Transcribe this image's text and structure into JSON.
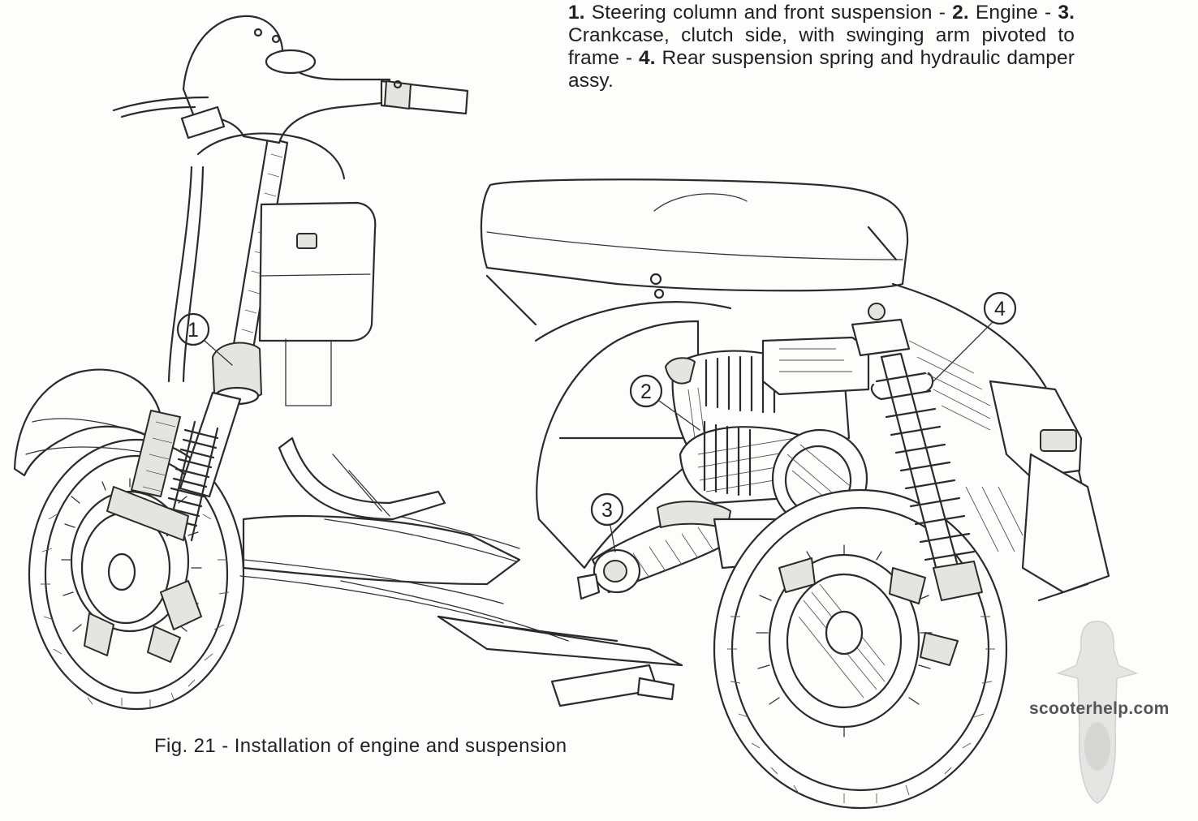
{
  "legend": {
    "items": [
      {
        "number": "1.",
        "text": "Steering column and front suspension"
      },
      {
        "number": "2.",
        "text": "Engine"
      },
      {
        "number": "3.",
        "text": "Crankcase, clutch side, with swinging arm pivoted to frame"
      },
      {
        "number": "4.",
        "text": "Rear suspension spring and hydraulic damper assy."
      }
    ],
    "separator": " - "
  },
  "figure_caption": "Fig. 21 - Installation of engine and suspension",
  "callouts": [
    {
      "label": "1",
      "refers_to": "steering-column-and-front-suspension"
    },
    {
      "label": "2",
      "refers_to": "engine"
    },
    {
      "label": "3",
      "refers_to": "crankcase-swinging-arm"
    },
    {
      "label": "4",
      "refers_to": "rear-suspension-damper"
    }
  ],
  "watermark": "scooterhelp.com",
  "colors": {
    "ink": "#2b2b2b",
    "paper": "#fdfdfb",
    "watermark": "#555555"
  }
}
